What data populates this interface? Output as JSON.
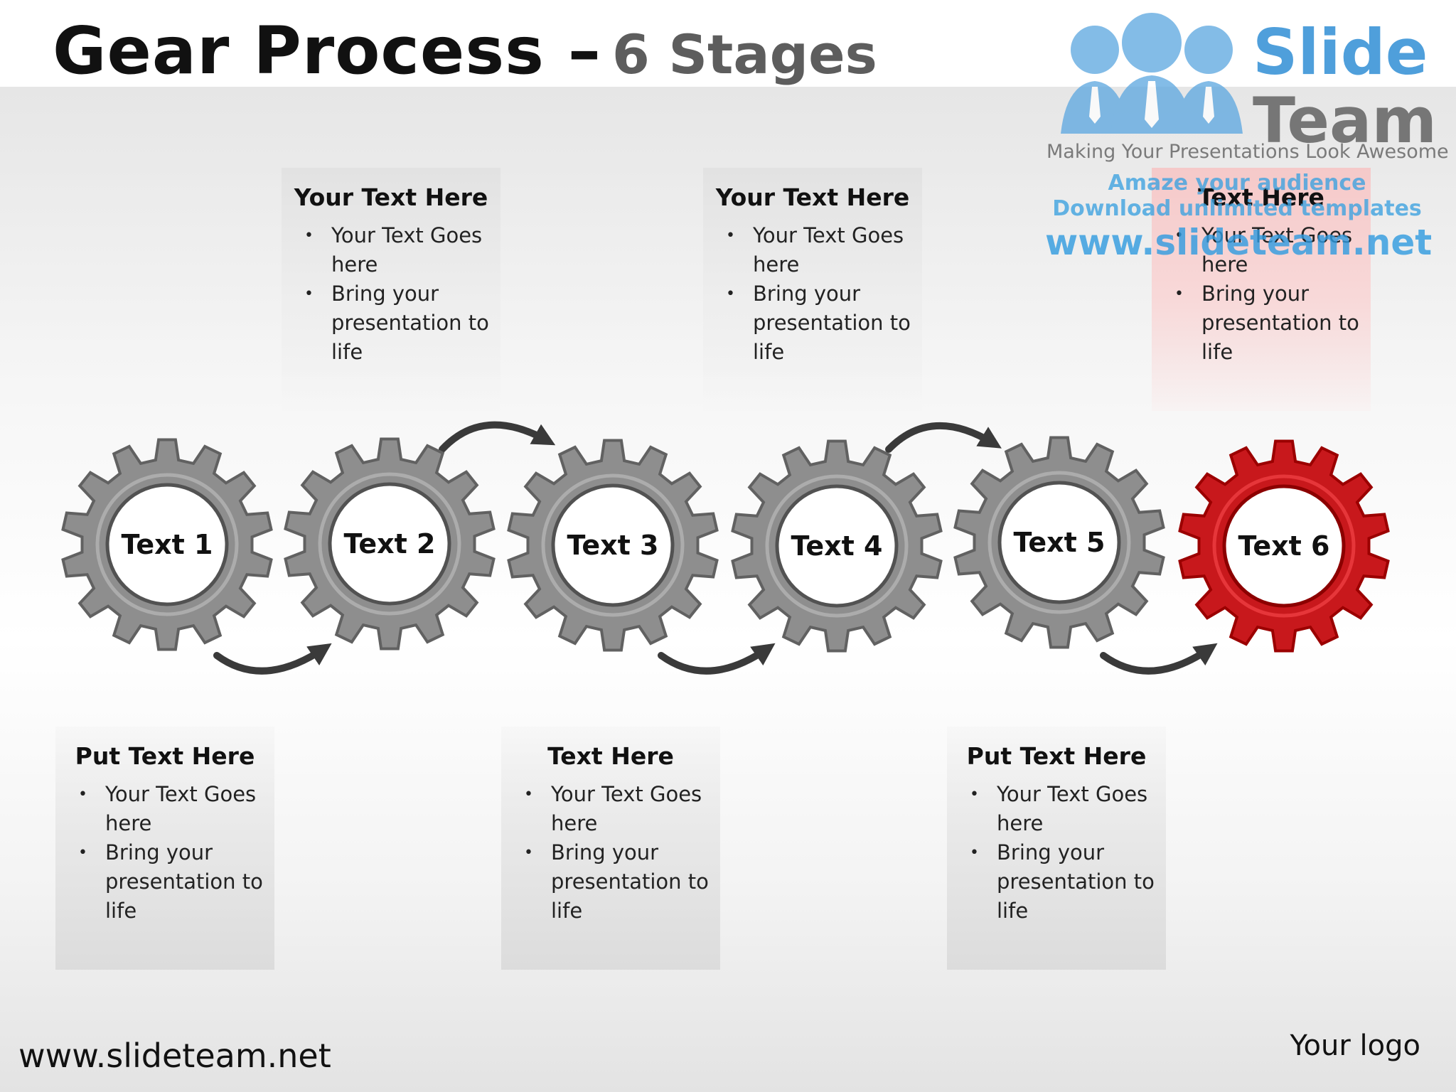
{
  "title": {
    "main": "Gear Process –",
    "sub": "6 Stages"
  },
  "watermark": {
    "brand_top": "Slide",
    "brand_bottom": "Team",
    "tagline": "Making Your Presentations Look Awesome",
    "line1": "Amaze your audience",
    "line2": "Download unlimited templates",
    "url": "www.slideteam.net"
  },
  "top_boxes": [
    {
      "heading": "Your Text Here",
      "bullets": [
        "Your Text Goes here",
        "Bring your presentation to life"
      ]
    },
    {
      "heading": "Your Text Here",
      "bullets": [
        "Your Text Goes here",
        "Bring your presentation to life"
      ]
    },
    {
      "heading": "Text Here",
      "bullets": [
        "Your Text Goes here",
        "Bring your presentation to life"
      ]
    }
  ],
  "bottom_boxes": [
    {
      "heading": "Put Text Here",
      "bullets": [
        "Your Text Goes here",
        "Bring your presentation to life"
      ]
    },
    {
      "heading": "Text Here",
      "bullets": [
        "Your Text Goes here",
        "Bring your presentation to life"
      ]
    },
    {
      "heading": "Put Text Here",
      "bullets": [
        "Your Text Goes here",
        "Bring your presentation to life"
      ]
    }
  ],
  "gears": [
    {
      "label": "Text 1",
      "color": "#8e8e8e"
    },
    {
      "label": "Text 2",
      "color": "#8e8e8e"
    },
    {
      "label": "Text 3",
      "color": "#8e8e8e"
    },
    {
      "label": "Text 4",
      "color": "#8e8e8e"
    },
    {
      "label": "Text 5",
      "color": "#8e8e8e"
    },
    {
      "label": "Text 6",
      "color": "#c8181c"
    }
  ],
  "footer": {
    "url": "www.slideteam.net",
    "logo": "Your logo"
  },
  "colors": {
    "gear_gray": "#8e8e8e",
    "gear_red": "#c8181c",
    "accent_box": "#f5c9c9",
    "arrow": "#3a3a3a"
  }
}
